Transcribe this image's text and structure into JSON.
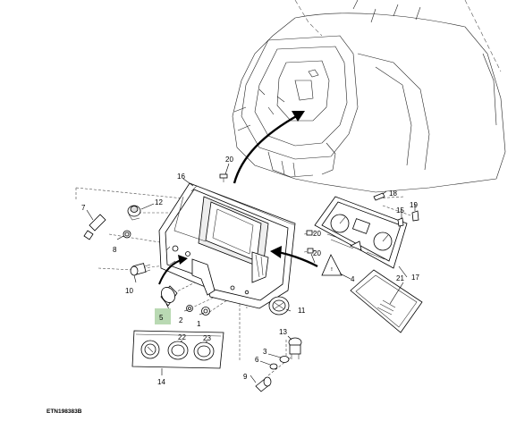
{
  "figure_id": "ETN198383B",
  "highlight_color": "#b9d9b3",
  "callouts": {
    "c1": "1",
    "c2": "2",
    "c3": "3",
    "c4": "4",
    "c5": "5",
    "c6": "6",
    "c7": "7",
    "c8": "8",
    "c9": "9",
    "c10": "10",
    "c11": "11",
    "c12": "12",
    "c13": "13",
    "c14": "14",
    "c15": "15",
    "c16": "16",
    "c17": "17",
    "c18": "18",
    "c19": "19",
    "c20a": "20",
    "c20b": "20",
    "c20c": "20",
    "c21": "21",
    "c22": "22",
    "c23": "23"
  },
  "icons": [
    "cab-outline",
    "instrument-cluster-housing",
    "gauge-panel",
    "decal-plate",
    "knob",
    "switch",
    "bulb",
    "screw",
    "arrow"
  ]
}
